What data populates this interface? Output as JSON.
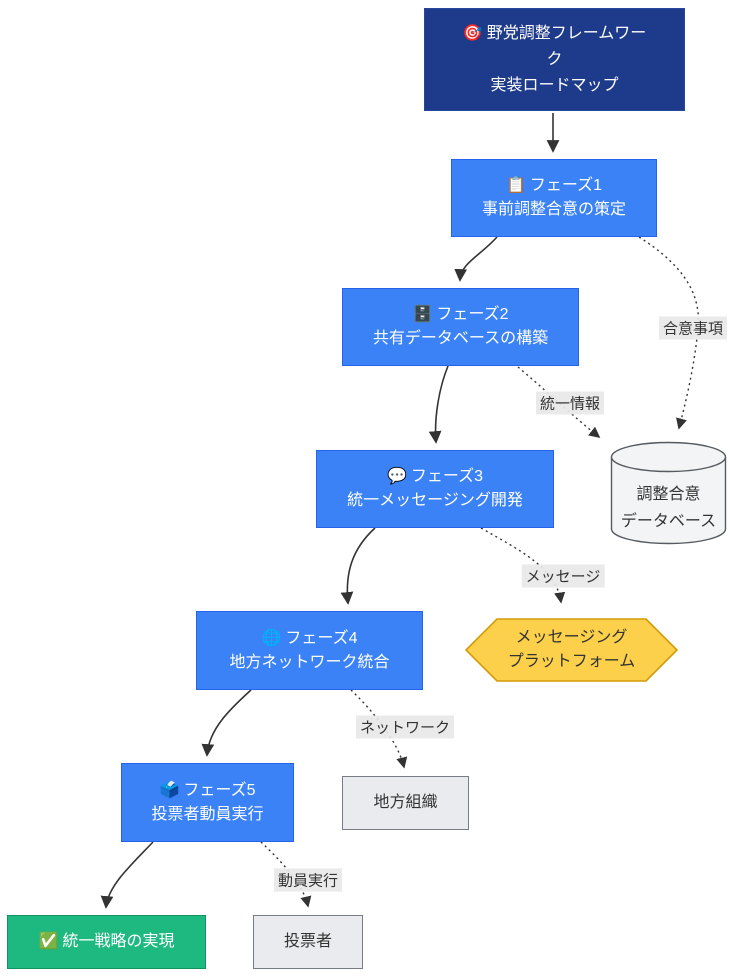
{
  "diagram": {
    "type": "flowchart",
    "nodes": {
      "title": {
        "icon": "🎯",
        "line1": "野党調整フレームワー",
        "line2": "ク",
        "line3": "実装ロードマップ"
      },
      "phase1": {
        "icon": "📋",
        "title": "フェーズ1",
        "subtitle": "事前調整合意の策定"
      },
      "phase2": {
        "icon": "🗄️",
        "title": "フェーズ2",
        "subtitle": "共有データベースの構築"
      },
      "phase3": {
        "icon": "💬",
        "title": "フェーズ3",
        "subtitle": "統一メッセージング開発"
      },
      "phase4": {
        "icon": "🌐",
        "title": "フェーズ4",
        "subtitle": "地方ネットワーク統合"
      },
      "phase5": {
        "icon": "🗳️",
        "title": "フェーズ5",
        "subtitle": "投票者動員実行"
      },
      "success": {
        "icon": "✅",
        "label": "統一戦略の実現"
      },
      "database": {
        "line1": "調整合意",
        "line2": "データベース"
      },
      "platform": {
        "line1": "メッセージング",
        "line2": "プラットフォーム"
      },
      "local_org": {
        "label": "地方組織"
      },
      "voters": {
        "label": "投票者"
      }
    },
    "edge_labels": {
      "agreements": "合意事項",
      "unified_info": "統一情報",
      "message": "メッセージ",
      "network": "ネットワーク",
      "mobilization": "動員実行"
    },
    "colors": {
      "title_fill": "#1e3a8a",
      "phase_fill": "#3b82f6",
      "phase_border": "#2563eb",
      "success_fill": "#1eb980",
      "success_border": "#12925f",
      "hexagon_fill": "#fcd04a",
      "hexagon_border": "#d49a0a",
      "artifact_fill": "#e9ebee",
      "artifact_border": "#777c85",
      "cylinder_fill": "#f2f4f5",
      "cylinder_border": "#555b61",
      "edge_color": "#333333",
      "edge_label_bg": "#e8e8e8",
      "text_on_dark": "#ffffff",
      "text_on_light": "#333333"
    }
  }
}
